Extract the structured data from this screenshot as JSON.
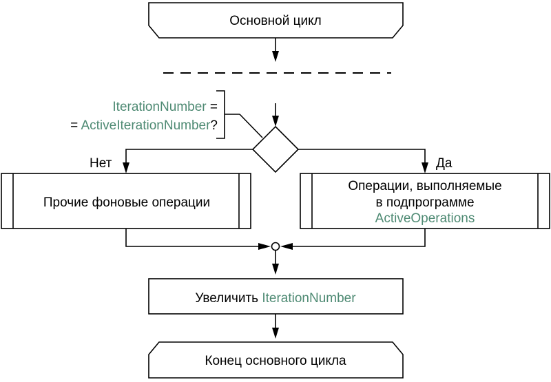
{
  "colors": {
    "line": "#000000",
    "variable_text": "#4e8a73",
    "background": "#ffffff"
  },
  "start_block": {
    "label": "Основной цикл"
  },
  "condition": {
    "line1_var": "IterationNumber",
    "line1_rest": " =",
    "line2_prefix": "= ",
    "line2_var": "ActiveIterationNumber",
    "line2_suffix": "?"
  },
  "branch_no": {
    "label": "Нет",
    "block_label": "Прочие фоновые операции"
  },
  "branch_yes": {
    "label": "Да",
    "block_line1": "Операции, выполняемые",
    "block_line2": "в подпрограмме",
    "block_line3": "ActiveOperations"
  },
  "increment_block": {
    "prefix": "Увеличить ",
    "variable": "IterationNumber"
  },
  "end_block": {
    "label": "Конец основного цикла"
  }
}
